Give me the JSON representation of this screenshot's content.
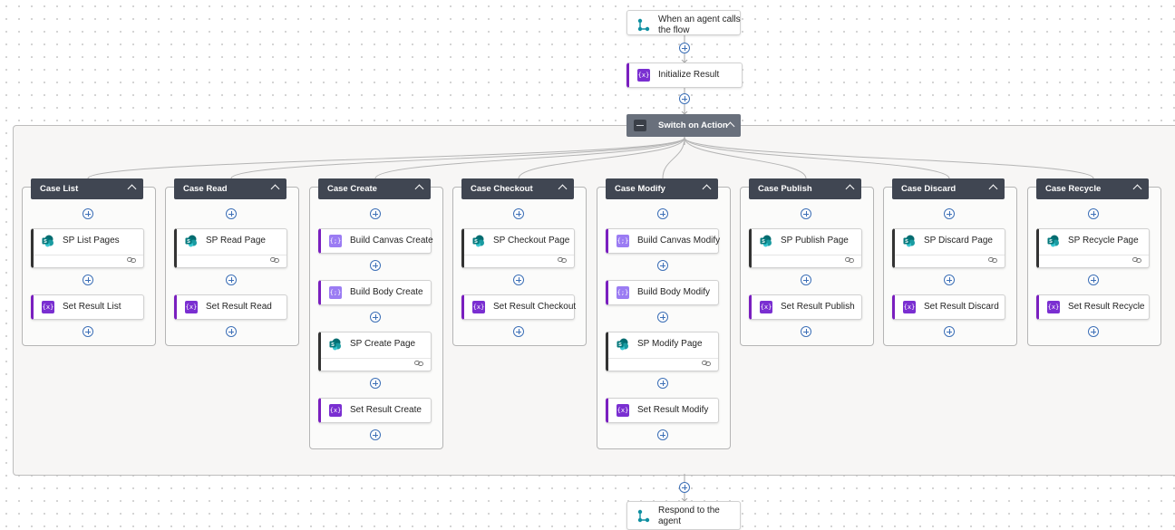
{
  "trigger": {
    "label": "When an agent calls the flow",
    "icon": "agent-flow-icon"
  },
  "init": {
    "label": "Initialize Result",
    "icon": "variable-icon"
  },
  "switch": {
    "label": "Switch on Action",
    "icon": "switch-icon"
  },
  "respond": {
    "label": "Respond to the agent",
    "icon": "agent-flow-icon"
  },
  "colors": {
    "case_header": "#404652",
    "switch_header": "#69707c",
    "variable": "#7a2fd1",
    "compose": "#9b7cf3",
    "sharepoint": "#038387",
    "plus": "#3c6fb6"
  },
  "cases": [
    {
      "title": "Case List",
      "actions": [
        {
          "label": "SP List Pages",
          "type": "sharepoint"
        },
        {
          "label": "Set Result List",
          "type": "variable"
        }
      ]
    },
    {
      "title": "Case Read",
      "actions": [
        {
          "label": "SP Read Page",
          "type": "sharepoint"
        },
        {
          "label": "Set Result Read",
          "type": "variable"
        }
      ]
    },
    {
      "title": "Case Create",
      "actions": [
        {
          "label": "Build Canvas Create",
          "type": "compose"
        },
        {
          "label": "Build Body Create",
          "type": "compose"
        },
        {
          "label": "SP Create Page",
          "type": "sharepoint"
        },
        {
          "label": "Set Result Create",
          "type": "variable"
        }
      ]
    },
    {
      "title": "Case Checkout",
      "actions": [
        {
          "label": "SP Checkout Page",
          "type": "sharepoint"
        },
        {
          "label": "Set Result Checkout",
          "type": "variable"
        }
      ]
    },
    {
      "title": "Case Modify",
      "actions": [
        {
          "label": "Build Canvas Modify",
          "type": "compose"
        },
        {
          "label": "Build Body Modify",
          "type": "compose"
        },
        {
          "label": "SP Modify Page",
          "type": "sharepoint"
        },
        {
          "label": "Set Result Modify",
          "type": "variable"
        }
      ]
    },
    {
      "title": "Case Publish",
      "actions": [
        {
          "label": "SP Publish Page",
          "type": "sharepoint"
        },
        {
          "label": "Set Result Publish",
          "type": "variable"
        }
      ]
    },
    {
      "title": "Case Discard",
      "actions": [
        {
          "label": "SP Discard Page",
          "type": "sharepoint"
        },
        {
          "label": "Set Result Discard",
          "type": "variable"
        }
      ]
    },
    {
      "title": "Case Recycle",
      "actions": [
        {
          "label": "SP Recycle Page",
          "type": "sharepoint"
        },
        {
          "label": "Set Result Recycle",
          "type": "variable"
        }
      ]
    }
  ]
}
